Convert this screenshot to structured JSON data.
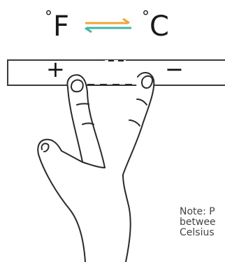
{
  "header": {
    "degree_symbol_left": "°",
    "unit_left": "F",
    "degree_symbol_right": "°",
    "unit_right": "C",
    "arrow_colors": {
      "top": "#f2a33a",
      "bottom": "#3fb8a8"
    }
  },
  "buttons": {
    "plus_label": "+",
    "minus_label": "−"
  },
  "note": {
    "line1": "Note: P",
    "line2": "betwee",
    "line3": "Celsius"
  }
}
